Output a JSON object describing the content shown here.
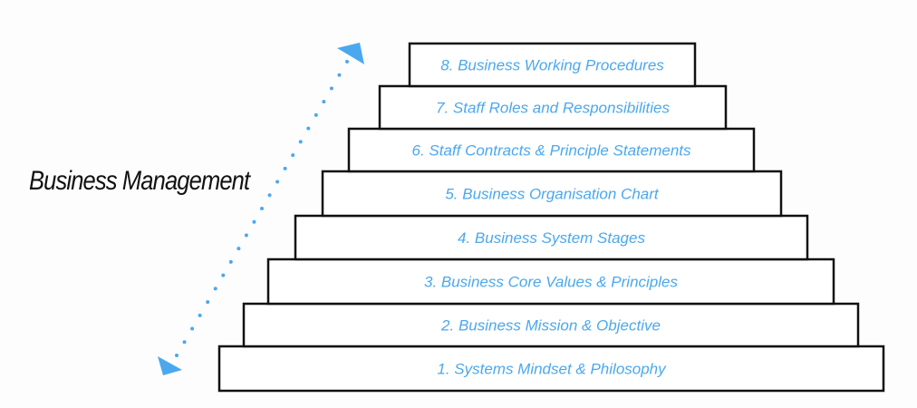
{
  "title": "Business Management",
  "colors": {
    "accent": "#4ba8ee",
    "outline": "#111111"
  },
  "steps": [
    {
      "label": "1. Systems Mindset & Philosophy"
    },
    {
      "label": "2. Business Mission & Objective"
    },
    {
      "label": "3. Business Core Values & Principles"
    },
    {
      "label": "4. Business System Stages"
    },
    {
      "label": "5. Business Organisation Chart"
    },
    {
      "label": "6. Staff Contracts & Principle Statements"
    },
    {
      "label": "7. Staff Roles and Responsibilities"
    },
    {
      "label": "8. Business Working Procedures"
    }
  ]
}
